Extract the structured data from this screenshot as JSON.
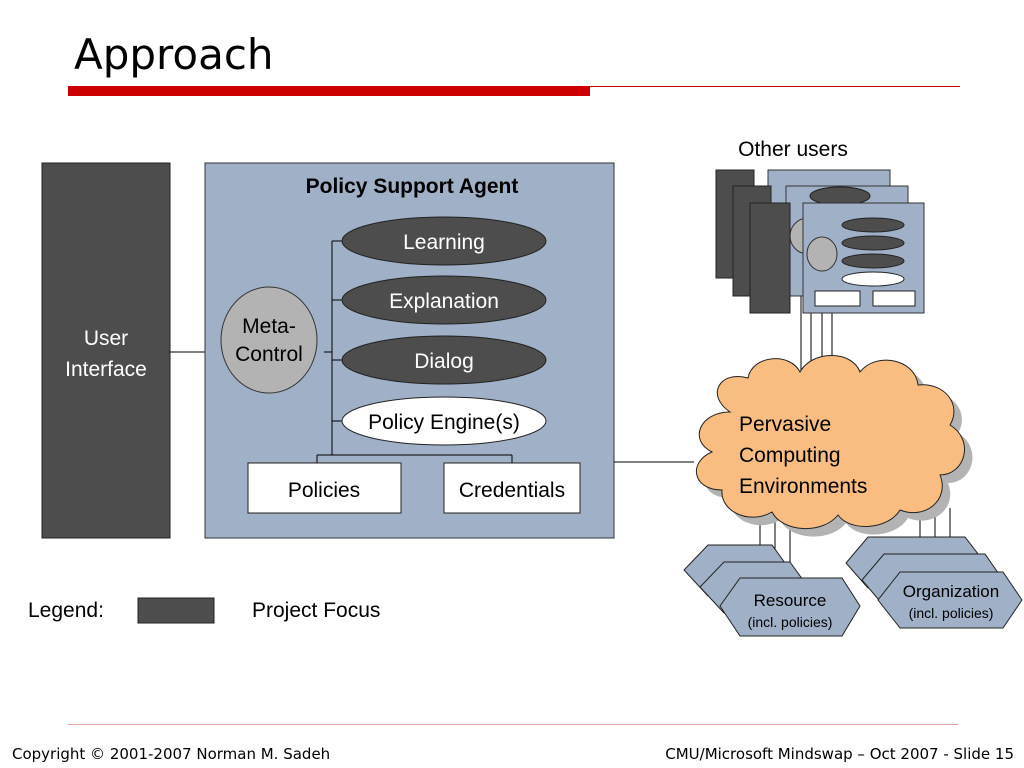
{
  "title": "Approach",
  "diagram": {
    "user_interface": [
      "User",
      "Interface"
    ],
    "agent_title": "Policy Support Agent",
    "meta_control": [
      "Meta-",
      "Control"
    ],
    "modules": [
      "Learning",
      "Explanation",
      "Dialog",
      "Policy Engine(s)"
    ],
    "stores": [
      "Policies",
      "Credentials"
    ],
    "other_users": "Other users",
    "cloud": [
      "Pervasive",
      "Computing",
      "Environments"
    ],
    "resource": [
      "Resource",
      "(incl. policies)"
    ],
    "organization": [
      "Organization",
      "(incl. policies)"
    ]
  },
  "legend": {
    "label": "Legend:",
    "focus_label": "Project Focus"
  },
  "colors": {
    "focus": "#4d4d4d",
    "agent_fill": "#9fb0c7",
    "cloud_fill": "#f9bd82",
    "rule_red": "#cc0000",
    "meta_fill": "#b3b3b3"
  },
  "footer": {
    "copyright": "Copyright © 2001-2007 Norman M. Sadeh",
    "slide": "CMU/Microsoft Mindswap – Oct  2007 - Slide 15"
  }
}
